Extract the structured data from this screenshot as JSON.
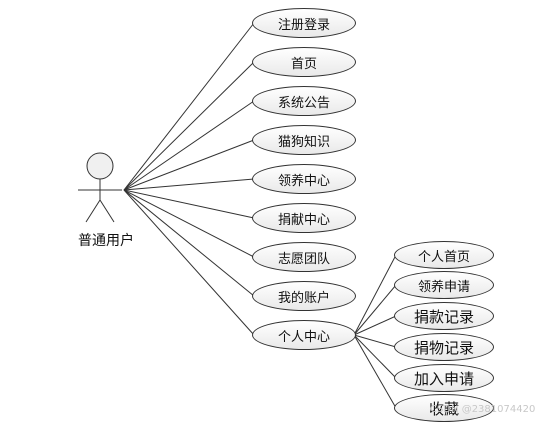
{
  "actor": {
    "label": "普通用户"
  },
  "use_cases": [
    "注册登录",
    "首页",
    "系统公告",
    "猫狗知识",
    "领养中心",
    "捐献中心",
    "志愿团队",
    "我的账户",
    "个人中心"
  ],
  "sub_use_cases": [
    "个人首页",
    "领养申请",
    "捐款记录",
    "捐物记录",
    "加入申请",
    "收藏"
  ],
  "watermark": "CSDN @2381074420"
}
